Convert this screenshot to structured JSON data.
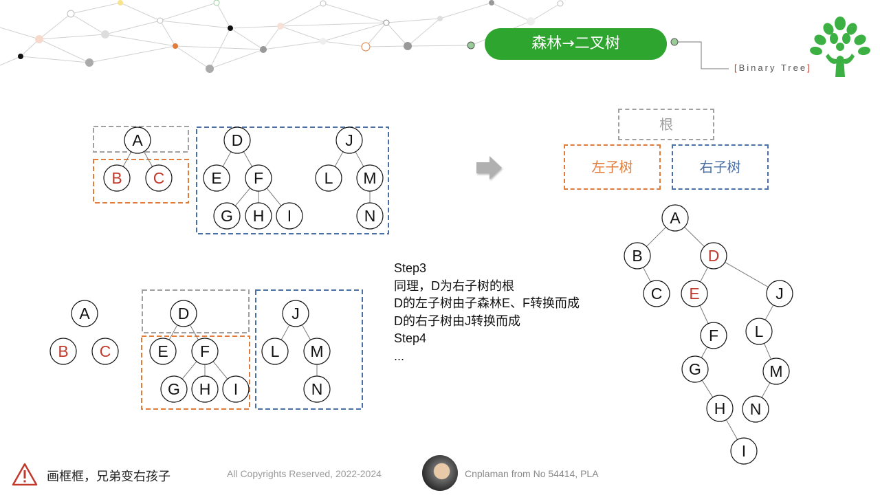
{
  "header": {
    "title": "森林→二叉树",
    "subtitle_open": "[",
    "subtitle": "Binary Tree",
    "subtitle_close": "]"
  },
  "legend": {
    "root": "根",
    "left": "左子树",
    "right": "右子树"
  },
  "steps": {
    "text": "Step3\n同理，D为右子树的根\nD的左子树由子森林E、F转换而成\nD的右子树由J转换而成\nStep4\n..."
  },
  "footer": {
    "note": "画框框，兄弟变右孩子",
    "copyright": "All Copyrights Reserved, 2022-2024",
    "author": "Cnplaman from No 54414, PLA"
  },
  "colors": {
    "accent": "#2ea52e",
    "orange": "#e07b39",
    "blue": "#4a6fa5",
    "gray": "#a0a0a0",
    "red": "#c0392b"
  },
  "icons": [
    "warning-icon",
    "tree-logo-icon",
    "arrow-right-icon",
    "avatar"
  ]
}
